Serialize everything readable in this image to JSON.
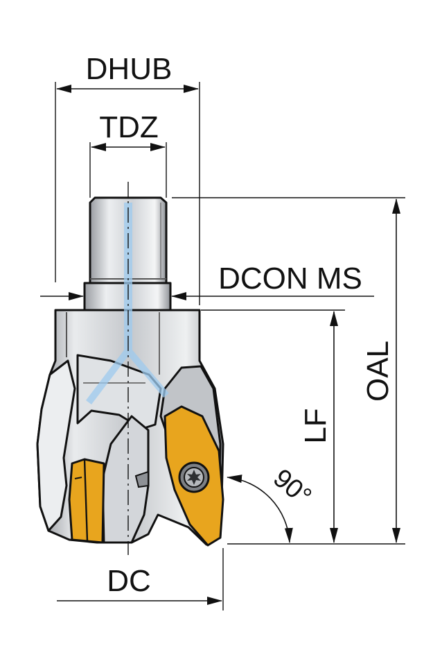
{
  "labels": {
    "dhub": "DHUB",
    "tdz": "TDZ",
    "dcon_ms": "DCON MS",
    "oal": "OAL",
    "lf": "LF",
    "angle": "90°",
    "dc": "DC"
  },
  "colors": {
    "insert": "#e8a51e",
    "body_steel": "#c9ccd0",
    "coolant": "#9ecbef",
    "line": "#111111"
  }
}
